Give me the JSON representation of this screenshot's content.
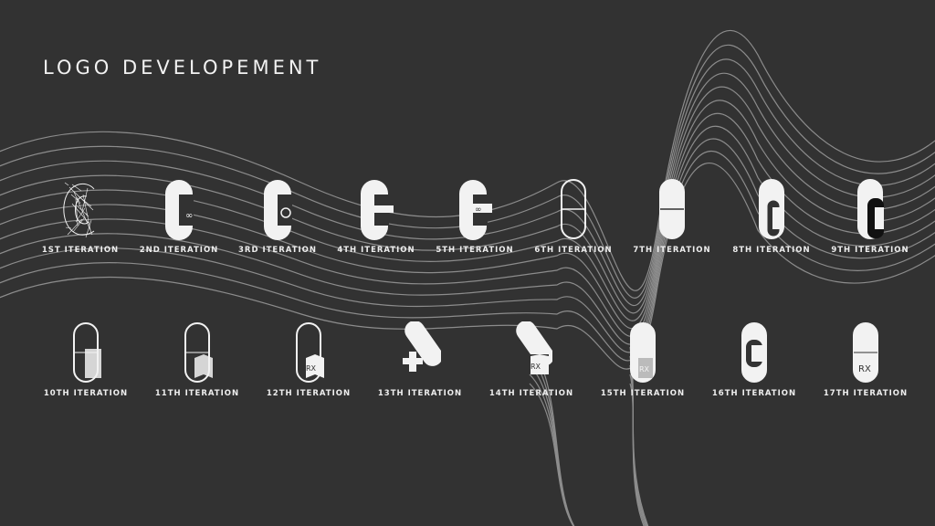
{
  "title": "LOGO DEVELOPEMENT",
  "colors": {
    "background": "#323232",
    "foreground": "#f2f2f2",
    "lines": "#8c8c8c"
  },
  "row1": [
    {
      "label": "1ST ITERATION",
      "icon": "polygon-c-icon"
    },
    {
      "label": "2ND ITERATION",
      "icon": "c-infinity-icon"
    },
    {
      "label": "3RD ITERATION",
      "icon": "c-location-pin-icon"
    },
    {
      "label": "4TH ITERATION",
      "icon": "c-plus-icon"
    },
    {
      "label": "5TH ITERATION",
      "icon": "c-plus-infinity-icon"
    },
    {
      "label": "6TH ITERATION",
      "icon": "pill-outline-icon"
    },
    {
      "label": "7TH ITERATION",
      "icon": "pill-solid-icon"
    },
    {
      "label": "8TH ITERATION",
      "icon": "pill-c-overlap-icon"
    },
    {
      "label": "9TH ITERATION",
      "icon": "pill-c-black-icon"
    }
  ],
  "row2": [
    {
      "label": "10TH ITERATION",
      "icon": "pill-document-icon"
    },
    {
      "label": "11TH ITERATION",
      "icon": "pill-open-book-icon"
    },
    {
      "label": "12TH ITERATION",
      "icon": "pill-rx-book-icon"
    },
    {
      "label": "13TH ITERATION",
      "icon": "tilted-pill-plus-icon"
    },
    {
      "label": "14TH ITERATION",
      "icon": "tilted-pill-rx-icon"
    },
    {
      "label": "15TH ITERATION",
      "icon": "pill-rx-solid-icon"
    },
    {
      "label": "16TH ITERATION",
      "icon": "pill-c-cutout-icon"
    },
    {
      "label": "17TH ITERATION",
      "icon": "pill-rx-icon"
    }
  ]
}
